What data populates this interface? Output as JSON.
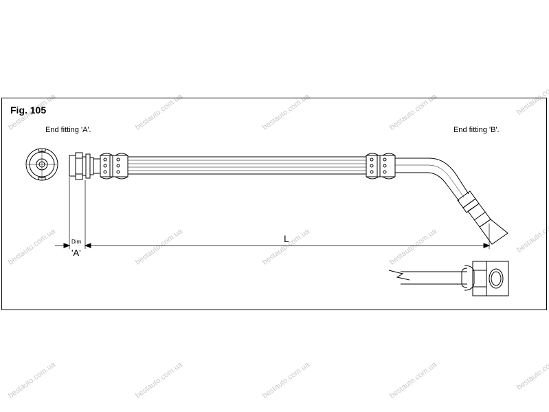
{
  "figure": {
    "title": "Fig. 105",
    "end_fitting_a": "End fitting 'A'.",
    "end_fitting_b": "End fitting 'B'.",
    "dimension_length": "L",
    "dimension_small": "Dim",
    "dimension_a": "'A'"
  },
  "watermark": {
    "text": "bestauto.com.ua"
  }
}
